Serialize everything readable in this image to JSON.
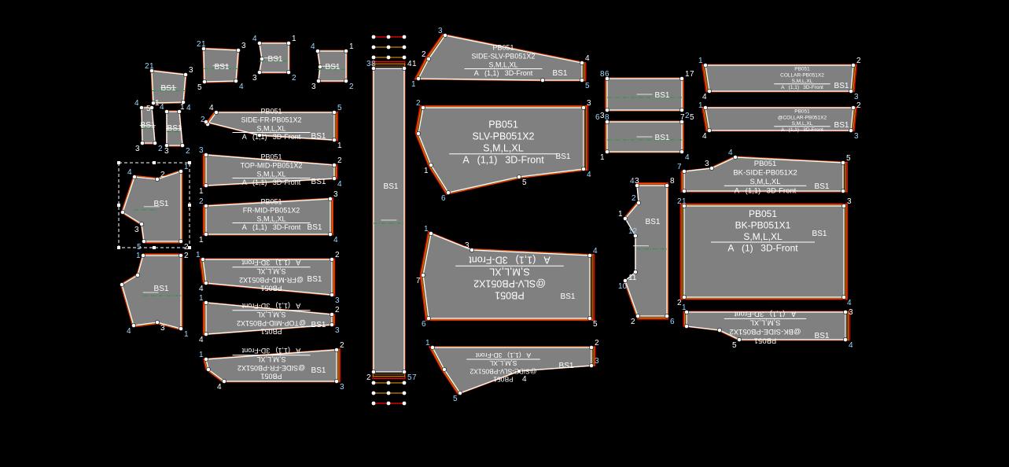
{
  "colors": {
    "background": "#000000",
    "piece_fill": "#808080",
    "outline": "#ffffff",
    "seam_red": "#ff0000",
    "seam_orange": "#c88000",
    "seam_brown": "#8b4a10",
    "grain": "#1f9a40",
    "point_label": "#9fd8ff"
  },
  "pieces": [
    {
      "id": "side-slv",
      "lines": [
        "PB051",
        "SIDE-SLV-PB051X2",
        "S,M,L,XL",
        "A",
        "(1,1)",
        "3D-Front"
      ],
      "bs": "BS1",
      "points": [
        "1",
        "2",
        "3",
        "4",
        "5"
      ]
    },
    {
      "id": "slv",
      "lines": [
        "PB051",
        "SLV-PB051X2",
        "S,M,L,XL",
        "A",
        "(1,1)",
        "3D-Front"
      ],
      "bs": "BS1",
      "points": [
        "2",
        "3",
        "4",
        "5",
        "6",
        "1"
      ]
    },
    {
      "id": "slv-mirror",
      "lines": [
        "PB051",
        "@SLV-PB051X2",
        "S,M,L,XL",
        "A",
        "(1,1)",
        "3D-Front"
      ],
      "bs": "BS1",
      "points": [
        "1",
        "3",
        "4",
        "5",
        "6",
        "7"
      ]
    },
    {
      "id": "side-slv-mirror",
      "lines": [
        "PB051",
        "@SIDE-SLV-PB051X2",
        "S,M,L,XL",
        "A",
        "(1,1)",
        "3D-Front"
      ],
      "bs": "BS1",
      "points": [
        "1",
        "2",
        "3",
        "4",
        "5"
      ]
    },
    {
      "id": "placket-strip",
      "lines": [],
      "bs": "BS1",
      "points": [
        "3",
        "4",
        "5",
        "2",
        "8",
        "1",
        "7"
      ]
    },
    {
      "id": "side-fr",
      "lines": [
        "PB051",
        "SIDE-FR-PB051X2",
        "S,M,L,XL",
        "A",
        "(1,1)",
        "3D-Front"
      ],
      "bs": "BS1",
      "points": [
        "2",
        "4",
        "5",
        "1"
      ]
    },
    {
      "id": "top-mid",
      "lines": [
        "PB051",
        "TOP-MID-PB051X2",
        "S,M,L,XL",
        "A",
        "(1,1)",
        "3D-Front"
      ],
      "bs": "BS1",
      "points": [
        "3",
        "2",
        "4",
        "1"
      ]
    },
    {
      "id": "fr-mid",
      "lines": [
        "PB051",
        "FR-MID-PB051X2",
        "S,M,L,XL",
        "A",
        "(1,1)",
        "3D-Front"
      ],
      "bs": "BS1",
      "points": [
        "2",
        "3",
        "4",
        "1"
      ]
    },
    {
      "id": "fr-mid-mirror",
      "lines": [
        "PB051",
        "@FR-MID-PB051X2",
        "S,M,L,XL",
        "A",
        "(1,1)",
        "3D-Front"
      ],
      "bs": "BS1",
      "points": [
        "1",
        "2",
        "3",
        "4"
      ]
    },
    {
      "id": "top-mid-mirror",
      "lines": [
        "PB051",
        "@TOP-MID-PB051X2",
        "S,M,L,XL",
        "A",
        "(1,1)",
        "3D-Front"
      ],
      "bs": "BS1",
      "points": [
        "1",
        "2",
        "3",
        "4"
      ]
    },
    {
      "id": "side-fr-mirror",
      "lines": [
        "PB051",
        "@SIDE-FR-PB051X2",
        "S,M,L,XL",
        "A",
        "(1,1)",
        "3D-Front"
      ],
      "bs": "BS1",
      "points": [
        "1",
        "2",
        "3",
        "4"
      ]
    },
    {
      "id": "small-a",
      "lines": [],
      "bs": "BS1",
      "points": [
        "2",
        "3",
        "4",
        "5",
        "1"
      ]
    },
    {
      "id": "small-b",
      "lines": [],
      "bs": "BS1",
      "points": [
        "2",
        "3",
        "4",
        "5",
        "1"
      ]
    },
    {
      "id": "small-c",
      "lines": [],
      "bs": "BS1",
      "points": [
        "4",
        "1",
        "2",
        "3"
      ]
    },
    {
      "id": "small-d",
      "lines": [],
      "bs": "BS1",
      "points": [
        "4",
        "1",
        "2",
        "3"
      ]
    },
    {
      "id": "small-e",
      "lines": [],
      "bs": "BS1",
      "points": [
        "4",
        "1",
        "2",
        "3"
      ]
    },
    {
      "id": "small-f",
      "lines": [],
      "bs": "BS1",
      "points": [
        "4",
        "1",
        "2",
        "3"
      ]
    },
    {
      "id": "yoke-fr",
      "lines": [],
      "bs": "BS1",
      "points": [
        "4",
        "2",
        "1",
        "2",
        "5",
        "3"
      ]
    },
    {
      "id": "yoke-fr-mirror",
      "lines": [],
      "bs": "BS1",
      "points": [
        "1",
        "2",
        "1",
        "3",
        "4"
      ]
    },
    {
      "id": "cuff-a",
      "lines": [],
      "bs": "BS1",
      "points": [
        "8",
        "1",
        "2",
        "3",
        "6",
        "7"
      ]
    },
    {
      "id": "cuff-b",
      "lines": [],
      "bs": "BS1",
      "points": [
        "8",
        "5",
        "4",
        "1",
        "6",
        "7"
      ]
    },
    {
      "id": "collar",
      "lines": [
        "PB051",
        "COLLAR-PB051X2",
        "S,M,L,XL",
        "A",
        "(1,1)",
        "3D-Front"
      ],
      "bs": "BS1",
      "points": [
        "1",
        "2",
        "3",
        "4"
      ]
    },
    {
      "id": "collar-mirror",
      "lines": [
        "PB051",
        "@COLLAR-PB051X2",
        "S,M,L,XL",
        "A",
        "(1,1)",
        "3D-Front"
      ],
      "bs": "BS1",
      "points": [
        "1",
        "2",
        "3",
        "4"
      ]
    },
    {
      "id": "bk-side",
      "lines": [
        "PB051",
        "BK-SIDE-PB051X2",
        "S,M,L,XL",
        "A",
        "(1,1)",
        "3D-Front"
      ],
      "bs": "BS1",
      "points": [
        "7",
        "3",
        "4",
        "5"
      ]
    },
    {
      "id": "bk",
      "lines": [
        "PB051",
        "BK-PB051X1",
        "S,M,L,XL",
        "A",
        "(1)",
        "3D-Front"
      ],
      "bs": "BS1",
      "points": [
        "2",
        "3",
        "4",
        "2",
        "1"
      ]
    },
    {
      "id": "bk-side-mirror",
      "lines": [
        "PB051",
        "@BK-SIDE-PB051X2",
        "S,M,L,XL",
        "A",
        "(1,1)",
        "3D-Front"
      ],
      "bs": "BS1",
      "points": [
        "1",
        "3",
        "4",
        "5"
      ]
    },
    {
      "id": "yoke-bk",
      "lines": [],
      "bs": "BS1",
      "points": [
        "4",
        "8",
        "6",
        "2",
        "10",
        "11",
        "12",
        "1",
        "2",
        "3"
      ]
    }
  ]
}
